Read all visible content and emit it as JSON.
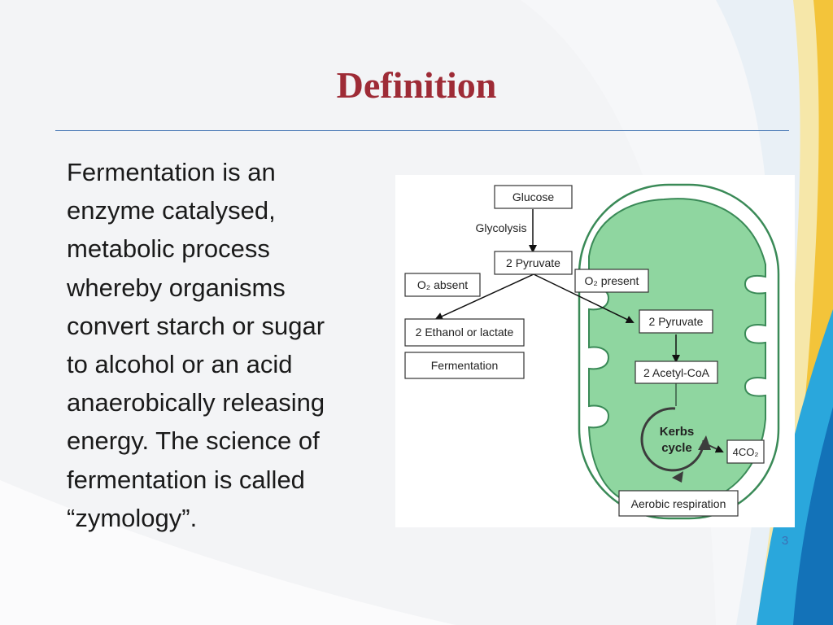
{
  "slide": {
    "title": "Definition",
    "body_lines": [
      "Fermentation is an",
      "enzyme catalysed,",
      "metabolic process",
      "whereby organisms",
      "convert starch or sugar",
      "to alcohol or an acid",
      "anaerobically releasing",
      "energy. The science of",
      "fermentation is called",
      "“zymology”."
    ],
    "page_number": "3"
  },
  "diagram": {
    "glucose": "Glucose",
    "glycolysis": "Glycolysis",
    "pyruvate_top": "2 Pyruvate",
    "o2_absent": "O₂ absent",
    "o2_present": "O₂ present",
    "ethanol_lactate": "2 Ethanol or lactate",
    "fermentation": "Fermentation",
    "pyruvate_mito": "2 Pyruvate",
    "acetyl_coa": "2 Acetyl-CoA",
    "krebs_line1": "Kerbs",
    "krebs_line2": "cycle",
    "co2": "4CO₂",
    "aerobic": "Aerobic respiration"
  },
  "colors": {
    "title": "#9e2b36",
    "rule": "#4a7ab6",
    "mito_fill": "#8fd6a0",
    "mito_stroke": "#3a8a57",
    "accent_blue": "#1f8fd1"
  }
}
